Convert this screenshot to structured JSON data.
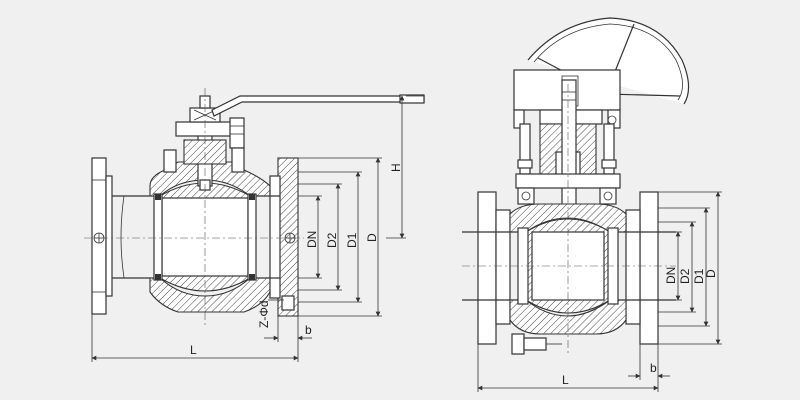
{
  "left_view": {
    "labels": {
      "dn": "DN",
      "d2": "D2",
      "d1": "D1",
      "d": "D",
      "h": "H",
      "z_phi_d": "Z-Φd",
      "b": "b",
      "l": "L"
    }
  },
  "right_view": {
    "labels": {
      "dn": "DN",
      "d2": "D2",
      "d1": "D1",
      "d": "D",
      "b": "b",
      "l": "L"
    }
  },
  "colors": {
    "background": "#f0f0f0",
    "line": "#333333",
    "hatch": "#333333"
  }
}
